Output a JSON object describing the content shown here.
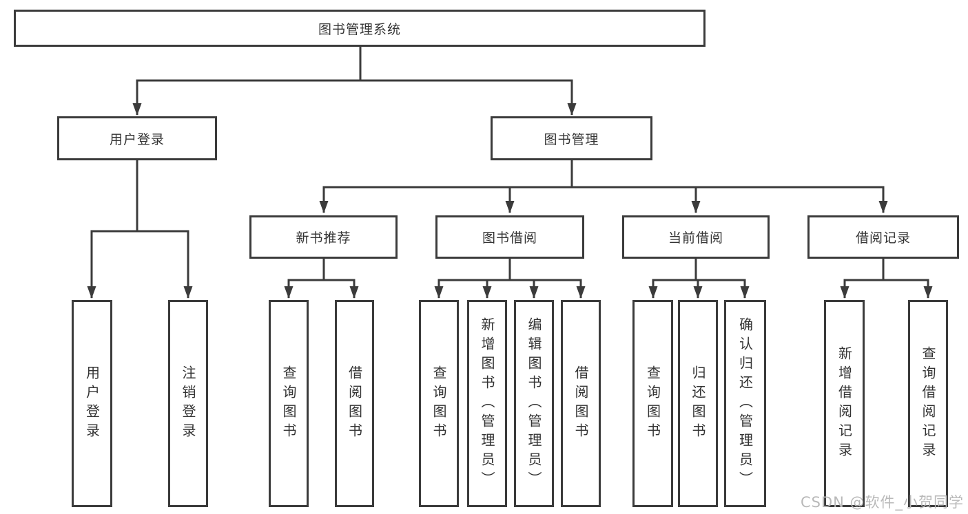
{
  "diagram_type": "hierarchy-tree",
  "tree": {
    "root": {
      "label": "图书管理系统"
    },
    "branches": [
      {
        "label": "用户登录",
        "children": [
          {
            "label": "用户登录"
          },
          {
            "label": "注销登录"
          }
        ]
      },
      {
        "label": "图书管理",
        "children": [
          {
            "label": "新书推荐",
            "children": [
              {
                "label": "查询图书"
              },
              {
                "label": "借阅图书"
              }
            ]
          },
          {
            "label": "图书借阅",
            "children": [
              {
                "label": "查询图书"
              },
              {
                "label": "新增图书（管理员）"
              },
              {
                "label": "编辑图书（管理员）"
              },
              {
                "label": "借阅图书"
              }
            ]
          },
          {
            "label": "当前借阅",
            "children": [
              {
                "label": "查询图书"
              },
              {
                "label": "归还图书"
              },
              {
                "label": "确认归还（管理员）"
              }
            ]
          },
          {
            "label": "借阅记录",
            "children": [
              {
                "label": "新增借阅记录"
              },
              {
                "label": "查询借阅记录"
              }
            ]
          }
        ]
      }
    ]
  },
  "watermark": {
    "text": "CSDN @软件_小贺同学"
  },
  "colors": {
    "line": "#3b3b3b",
    "box_border": "#3b3b3b",
    "text": "#333333",
    "watermark": "#b9b9b9",
    "background": "#ffffff"
  }
}
